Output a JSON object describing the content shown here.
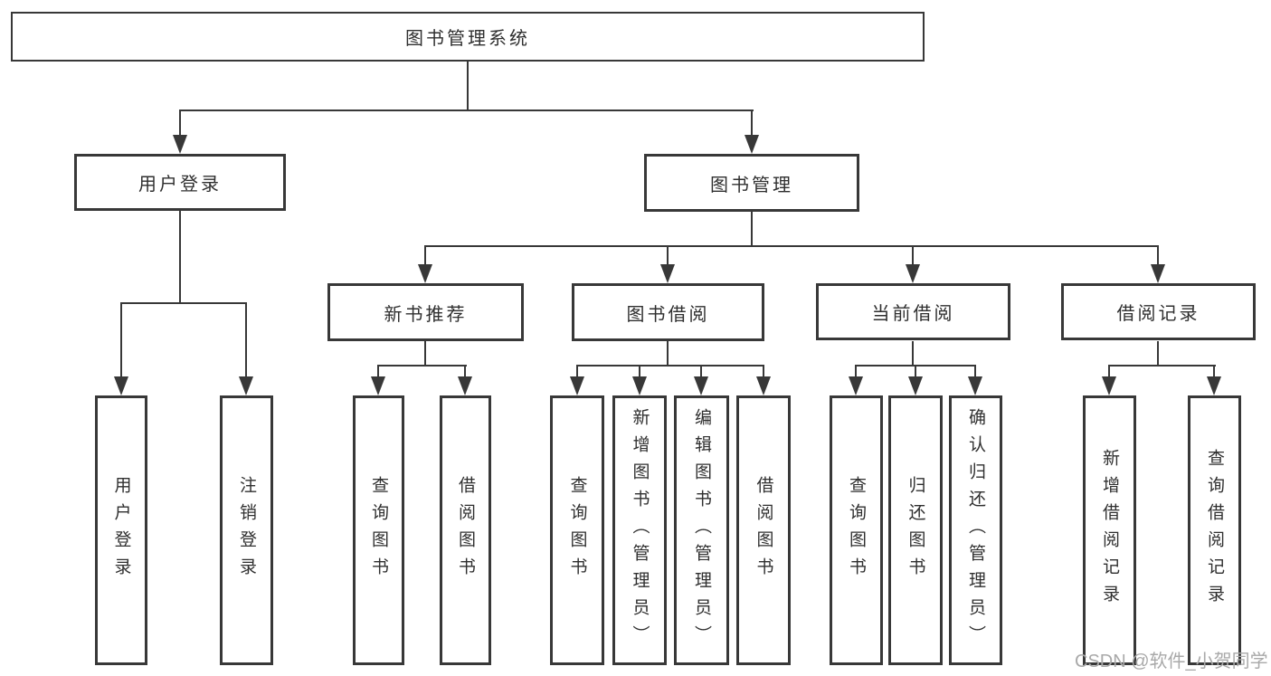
{
  "diagram": {
    "root": "图书管理系统",
    "level1": [
      "用户登录",
      "图书管理"
    ],
    "level2": [
      "新书推荐",
      "图书借阅",
      "当前借阅",
      "借阅记录"
    ],
    "leaves_login": [
      "用户登录",
      "注销登录"
    ],
    "leaves_newbook": [
      "查询图书",
      "借阅图书"
    ],
    "leaves_borrow": [
      "查询图书",
      "新增图书（管理员）",
      "编辑图书（管理员）",
      "借阅图书"
    ],
    "leaves_current": [
      "查询图书",
      "归还图书",
      "确认归还（管理员）"
    ],
    "leaves_records": [
      "新增借阅记录",
      "查询借阅记录"
    ]
  },
  "watermark": "CSDN @软件_小贺同学",
  "colors": {
    "line": "#383838",
    "text": "#2f2f2f",
    "watermark": "#a9a9a9",
    "background": "#ffffff"
  }
}
